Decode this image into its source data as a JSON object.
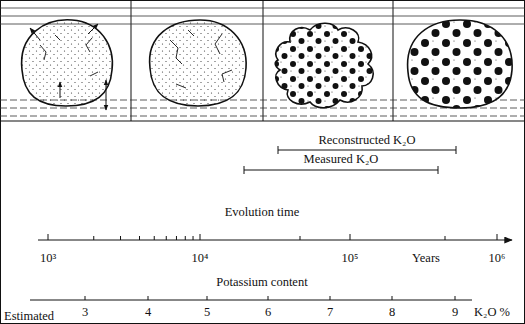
{
  "diagram": {
    "labels": [
      "Reconstructed K₂O",
      "Measured K₂O",
      "Evolution time",
      "10³",
      "10⁴",
      "10⁵",
      "Years",
      "10⁶",
      "Potassium content",
      "3",
      "4",
      "5",
      "6",
      "7",
      "8",
      "9",
      "K₂O %",
      "Estimated"
    ]
  }
}
